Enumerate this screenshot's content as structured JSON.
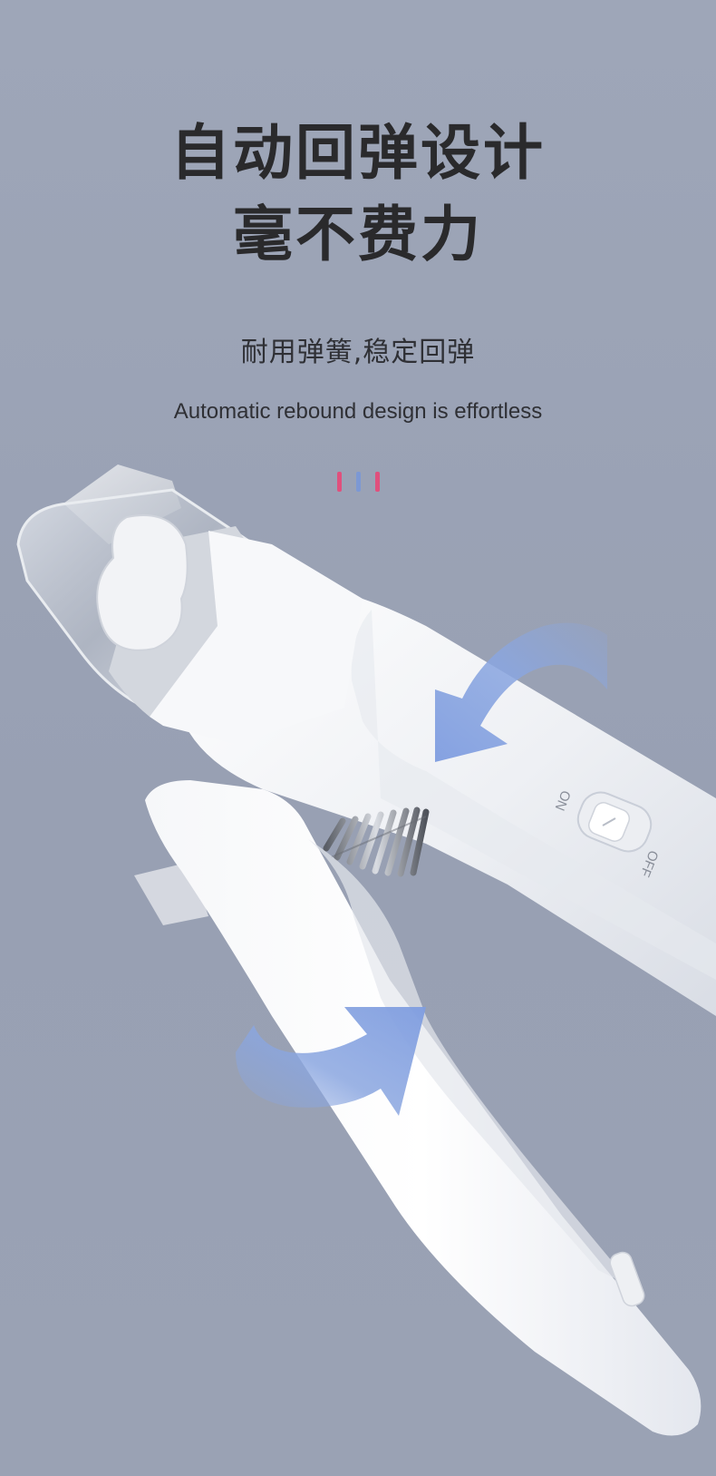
{
  "headline": {
    "line1": "自动回弹设计",
    "line2": "毫不费力"
  },
  "subtitle_cn": "耐用弹簧,稳定回弹",
  "subtitle_en": "Automatic rebound design is effortless",
  "switch": {
    "on_label": "ON",
    "off_label": "OFF"
  },
  "colors": {
    "background": "#9aa2b5",
    "headline_text": "#2a2a2c",
    "divider_left": "#e0507d",
    "divider_middle": "#7c98d4",
    "divider_right": "#e0507d",
    "arrow": "#8aa6e0"
  },
  "icons": {
    "upper_arrow": "curved-arrow-down-left-icon",
    "lower_arrow": "curved-arrow-up-right-icon"
  }
}
